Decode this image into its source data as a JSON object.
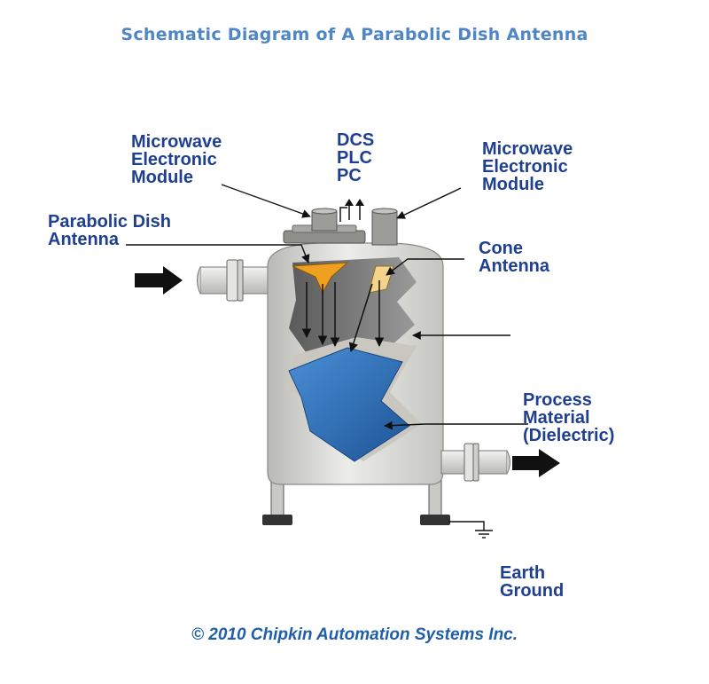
{
  "title": "Schematic Diagram of A Parabolic Dish Antenna",
  "labels": {
    "microwave_left": [
      "Microwave",
      "Electronic",
      "Module"
    ],
    "microwave_right": [
      "Microwave",
      "Electronic",
      "Module"
    ],
    "control": [
      "DCS",
      "PLC",
      "PC"
    ],
    "parabolic": [
      "Parabolic Dish",
      "Antenna"
    ],
    "cone": [
      "Cone",
      "Antenna"
    ],
    "process": [
      "Process",
      "Material",
      "(Dielectric)"
    ],
    "earth": [
      "Earth",
      "Ground"
    ]
  },
  "copyright": "© 2010 Chipkin Automation Systems Inc.",
  "colors": {
    "title": "#4f86c6",
    "labels": "#1f3f8f",
    "tank": "#d9dad6",
    "process_material": "#2f6fb8",
    "parabolic_dish": "#f0a020",
    "cone_antenna": "#f3d48a"
  }
}
